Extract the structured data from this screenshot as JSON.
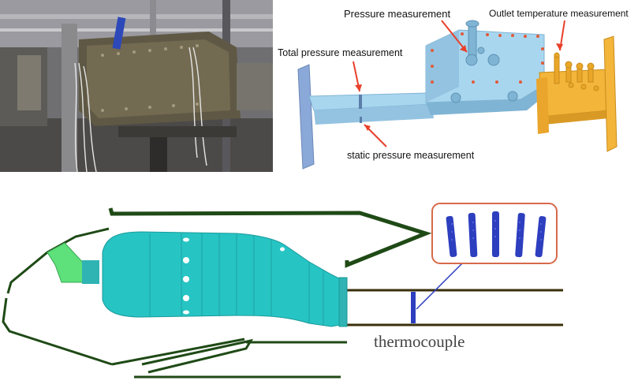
{
  "photo": {
    "description_icon": "test-rig-photo"
  },
  "cad": {
    "labels": {
      "pressure": "Pressure measurement",
      "outlet_temp": "Outlet temperature measurement",
      "total_pressure": "Total pressure measurement",
      "static_pressure": "static pressure measurement"
    },
    "colors": {
      "body": "#a9d6ef",
      "body_dark": "#7fb4d4",
      "flange_left": "#8aa9d8",
      "outlet": "#f3b53a",
      "arrow": "#e8402a"
    }
  },
  "schematic": {
    "labels": {
      "thermocouple": "thermocouple"
    },
    "colors": {
      "casing": "#1f4a16",
      "liner": "#27c4c4",
      "nozzle": "#5ee07a",
      "probe": "#2d3fbf",
      "callout_box": "#d76a4a"
    },
    "probe_count": 5
  }
}
